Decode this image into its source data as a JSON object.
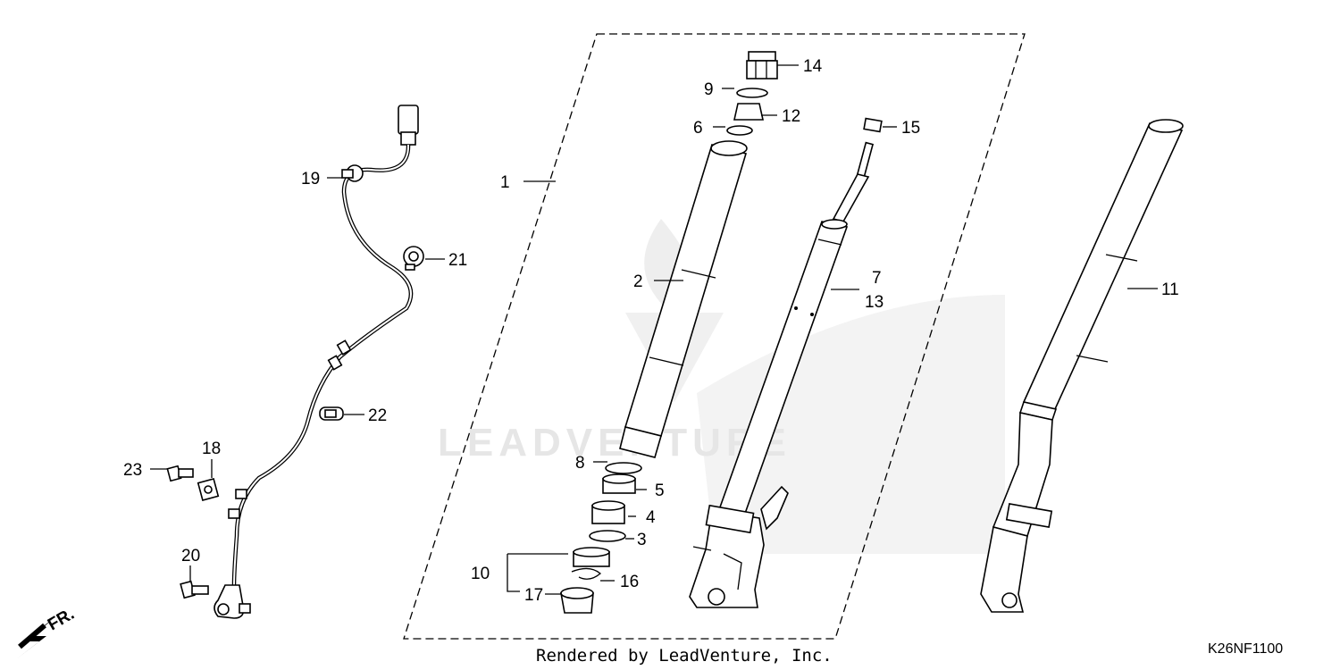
{
  "labels": {
    "p1": "1",
    "p2": "2",
    "p3": "3",
    "p4": "4",
    "p5": "5",
    "p6": "6",
    "p7": "7",
    "p8": "8",
    "p9": "9",
    "p10": "10",
    "p11": "11",
    "p12": "12",
    "p13": "13",
    "p14": "14",
    "p15": "15",
    "p16": "16",
    "p17": "17",
    "p18": "18",
    "p19": "19",
    "p20": "20",
    "p21": "21",
    "p22": "22",
    "p23": "23"
  },
  "direction": "FR.",
  "footer": "Rendered by LeadVenture, Inc.",
  "diagram_code": "K26NF1100",
  "watermark": "LEADVENTURE"
}
